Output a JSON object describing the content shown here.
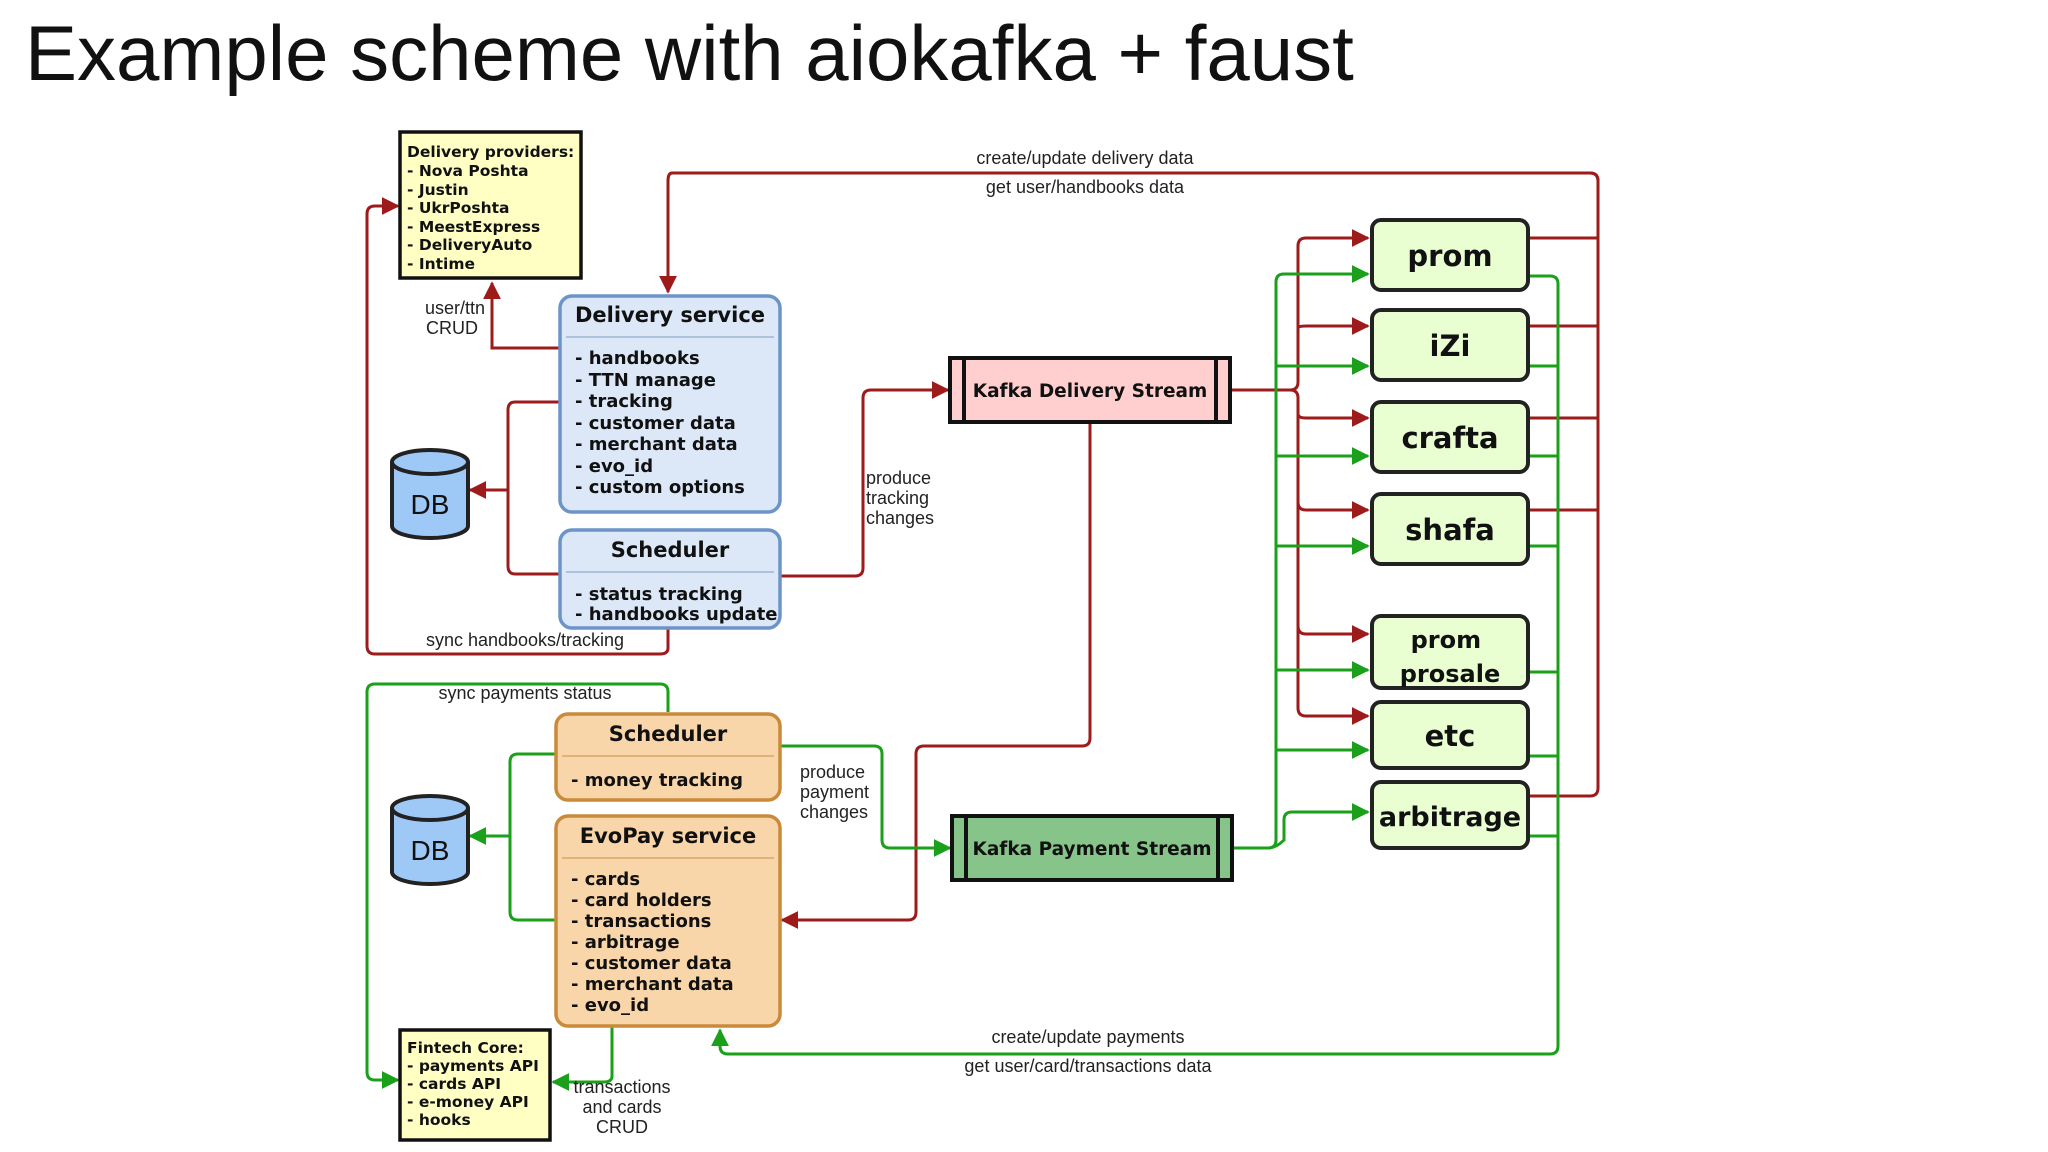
{
  "title": "Example scheme with aiokafka + faust",
  "colors": {
    "delivery_flow": "#9e1b1b",
    "payment_flow": "#1aa01a",
    "blue_box_fill": "#dce8f8",
    "blue_box_border": "#6d94c8",
    "orange_box_fill": "#f9d6aa",
    "orange_box_border": "#c98a3a",
    "note_fill": "#ffffc4",
    "service_fill": "#e9ffd2",
    "kafka_delivery_fill": "#ffcfcf",
    "kafka_payment_fill": "#86c48a",
    "db_fill": "#9ec8f6"
  },
  "delivery_providers": {
    "title": "Delivery providers:",
    "items": [
      "- Nova Poshta",
      "- Justin",
      "- UkrPoshta",
      "- MeestExpress",
      "- DeliveryAuto",
      "- Intime"
    ]
  },
  "fintech_core": {
    "title": "Fintech Core:",
    "items": [
      "- payments API",
      "- cards API",
      "- e-money API",
      "- hooks"
    ]
  },
  "delivery_service": {
    "title": "Delivery service",
    "items": [
      "- handbooks",
      "- TTN manage",
      "- tracking",
      "- customer data",
      "- merchant data",
      "- evo_id",
      "- custom options"
    ]
  },
  "delivery_scheduler": {
    "title": "Scheduler",
    "items": [
      "- status tracking",
      "- handbooks update"
    ]
  },
  "payment_scheduler": {
    "title": "Scheduler",
    "items": [
      "- money tracking"
    ]
  },
  "evopay_service": {
    "title": "EvoPay service",
    "items": [
      "- cards",
      "- card holders",
      "- transactions",
      "- arbitrage",
      "- customer data",
      "- merchant data",
      "- evo_id"
    ]
  },
  "db": {
    "top_label": "DB",
    "bottom_label": "DB"
  },
  "kafka": {
    "delivery_stream": "Kafka Delivery Stream",
    "payment_stream": "Kafka Payment Stream"
  },
  "services": [
    "prom",
    "iZi",
    "crafta",
    "shafa",
    "prom prosale",
    "etc",
    "arbitrage"
  ],
  "labels": {
    "user_ttn_1": "user/ttn",
    "user_ttn_2": "CRUD",
    "sync_handbooks": "sync handbooks/tracking",
    "sync_payments": "sync payments status",
    "create_update_delivery": "create/update delivery data",
    "get_user_handbooks": "get user/handbooks data",
    "produce_tracking_1": "produce",
    "produce_tracking_2": "tracking",
    "produce_tracking_3": "changes",
    "produce_payment_1": "produce",
    "produce_payment_2": "payment",
    "produce_payment_3": "changes",
    "create_update_payments": "create/update payments",
    "get_user_card": "get user/card/transactions data",
    "transactions_crud_1": "transactions",
    "transactions_crud_2": "and cards",
    "transactions_crud_3": "CRUD"
  }
}
